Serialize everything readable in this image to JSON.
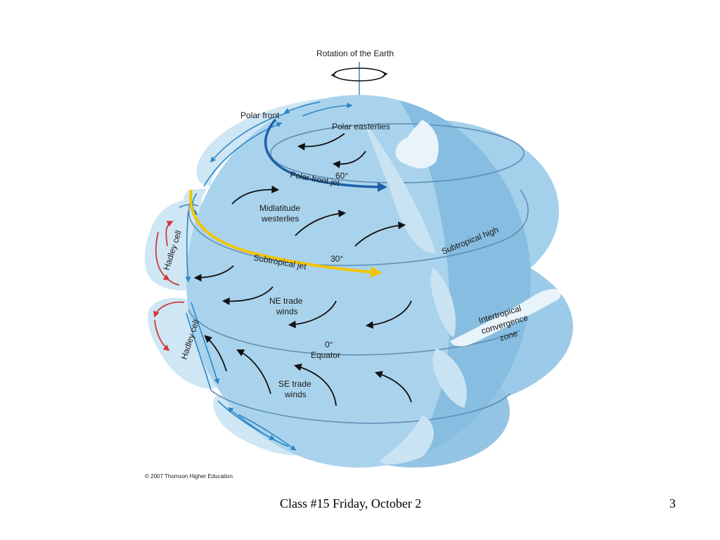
{
  "diagram": {
    "rotation_label": "Rotation of the Earth",
    "polar_front": "Polar front",
    "polar_easterlies": "Polar easterlies",
    "lat_60": "60°",
    "polar_front_jet": "Polar front jet",
    "midlatitude_westerlies_line1": "Midlatitude",
    "midlatitude_westerlies_line2": "westerlies",
    "subtropical_high": "Subtropical high",
    "hadley_cell": "Hadley cell",
    "subtropical_jet": "Subtropical jet",
    "lat_30": "30°",
    "ne_trade_line1": "NE trade",
    "ne_trade_line2": "winds",
    "lat_0": "0°",
    "equator": "Equator",
    "itcz_line1": "Intertropical",
    "itcz_line2": "convergence",
    "itcz_line3": "zone",
    "se_trade_line1": "SE trade",
    "se_trade_line2": "winds",
    "copyright": "© 2007 Thomson Higher Education"
  },
  "footer": {
    "text": "Class #15  Friday, October 2",
    "page_number": "3"
  },
  "colors": {
    "globe_light": "#a9d3ec",
    "globe_dark": "#86bde0",
    "cell_fill": "#cfe6f4",
    "blue_arrow": "#2b86c6",
    "red_arrow": "#d03a3a",
    "jet_yellow": "#f2c400",
    "jet_blue": "#1f5fa8"
  }
}
